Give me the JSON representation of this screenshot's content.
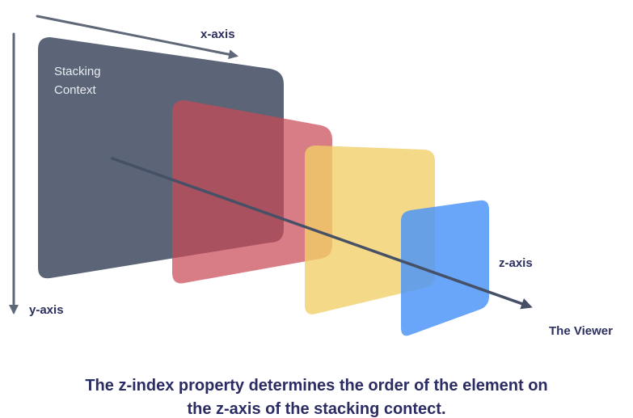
{
  "axes": {
    "x_label": "x-axis",
    "y_label": "y-axis",
    "z_label": "z-axis"
  },
  "labels": {
    "stacking_context_line1": "Stacking",
    "stacking_context_line2": "Context",
    "viewer": "The Viewer"
  },
  "caption": {
    "line1": "The z-index property determines the order of the element on",
    "line2": "the z-axis of the stacking contect."
  },
  "colors": {
    "axis": "#5f6878",
    "stacking_context": "#5b6577",
    "layer_red": "#c94a56",
    "layer_yellow": "#f1cf67",
    "layer_blue": "#4f95f7",
    "z_axis_arrow": "#465066",
    "text_dark": "#2c2f5f"
  }
}
